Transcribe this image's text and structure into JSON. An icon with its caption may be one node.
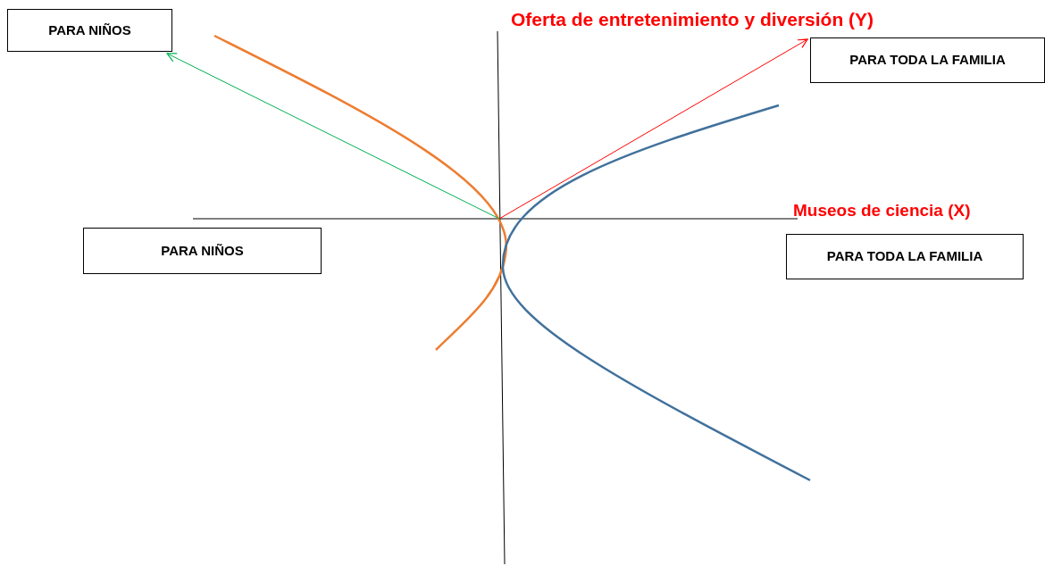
{
  "diagram": {
    "nodes": [
      {
        "text": [
          "PARA NIÑOS"
        ]
      },
      {
        "text": [
          "PARA TODA LA FAMILIA"
        ]
      },
      {
        "text": [
          "PARA NIÑOS"
        ]
      },
      {
        "text": [
          "PARA TODA LA FAMILIA"
        ]
      }
    ],
    "edges": [
      {
        "from": null,
        "to": 0,
        "arrow": "to",
        "color": "#00b050"
      },
      {
        "from": null,
        "to": 1,
        "arrow": "to",
        "color": "#ff0000"
      }
    ],
    "labels": [
      "Oferta de entretenimiento y diversión (Y)",
      "Museos de ciencia (X)"
    ]
  }
}
